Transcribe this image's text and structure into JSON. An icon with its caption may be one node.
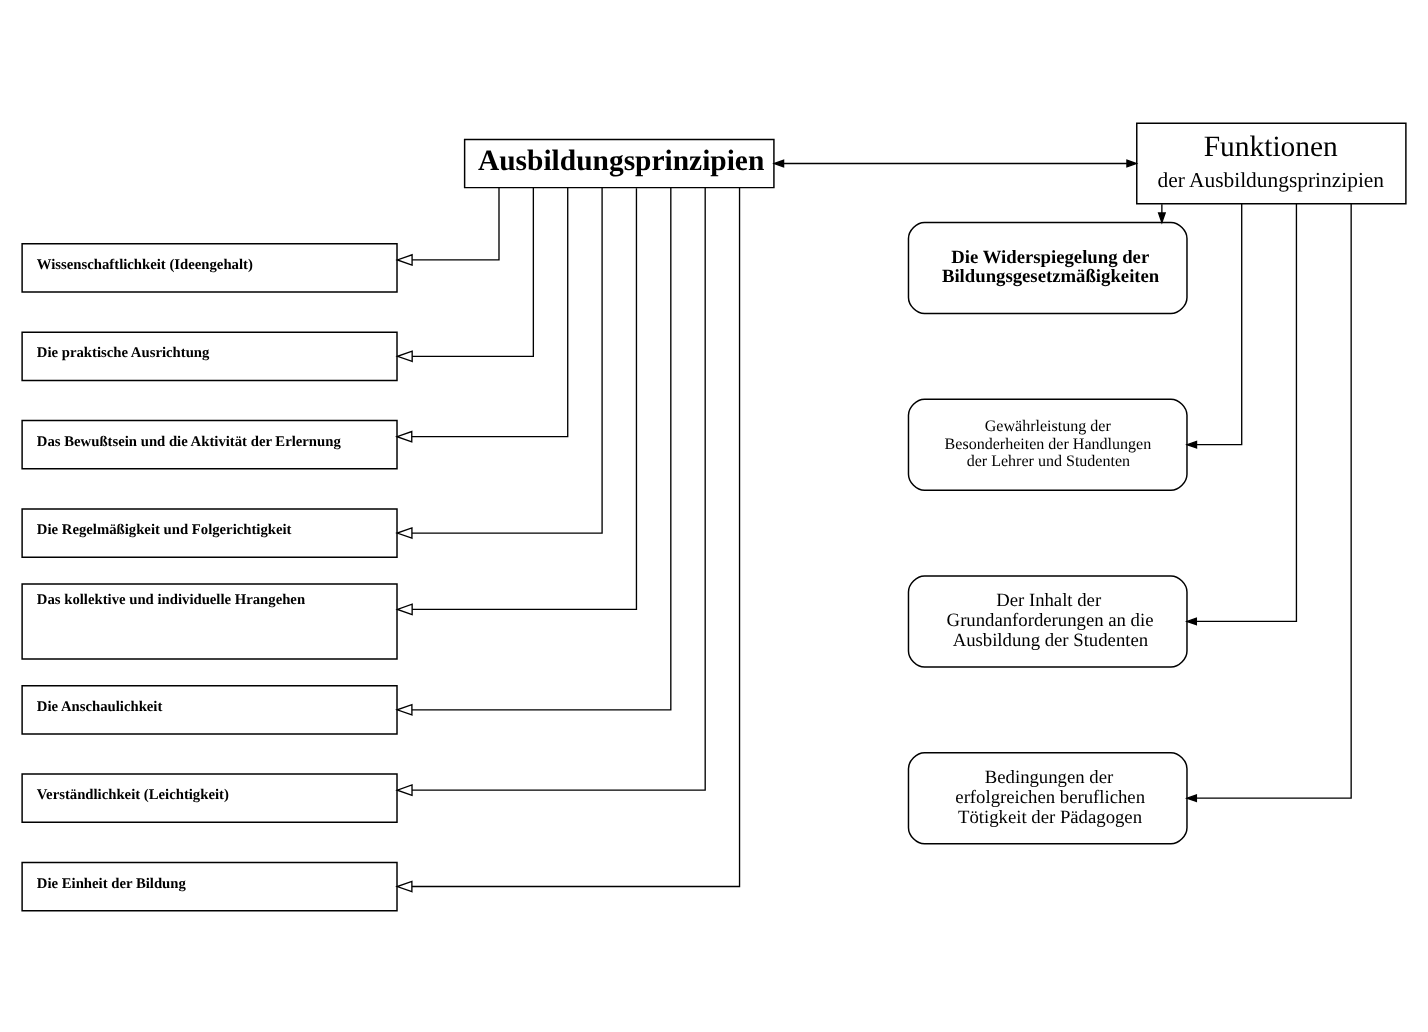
{
  "diagram": {
    "nodes": [
      {
        "text": [
          "Ausbildungsprinzipien"
        ]
      },
      {
        "text": [
          "Funktionen",
          "der Ausbildungsprinzipien"
        ]
      },
      {
        "text": [
          "Wissenschaftlichkeit (Ideengehalt)"
        ]
      },
      {
        "text": [
          "Die praktische Ausrichtung"
        ]
      },
      {
        "text": [
          "Das Bewußtsein und die Aktivität der Erlernung"
        ]
      },
      {
        "text": [
          "Die Regelmäßigkeit und Folgerichtigkeit"
        ]
      },
      {
        "text": [
          "Das kollektive und individuelle Hrangehen"
        ]
      },
      {
        "text": [
          "Die Anschaulichkeit"
        ]
      },
      {
        "text": [
          "Verständlichkeit (Leichtigkeit)"
        ]
      },
      {
        "text": [
          "Die Einheit der Bildung"
        ]
      },
      {
        "text": [
          "Die Widerspiegelung der Bildungsgesetzmäßigkeiten"
        ]
      },
      {
        "text": [
          "Gewährleistung der Besonderheiten der Handlungen der Lehrer und Studenten"
        ]
      },
      {
        "text": [
          "Der Inhalt der Grundanforderungen an die Ausbildung der Studenten"
        ]
      },
      {
        "text": [
          "Bedingungen der erfolgreichen beruflichen Tötigkeit der Pädagogen"
        ]
      }
    ],
    "edges": [
      {
        "from": 0,
        "to": 1,
        "arrow": "both"
      },
      {
        "from": 0,
        "to": 2,
        "arrow": "to"
      },
      {
        "from": 0,
        "to": 3,
        "arrow": "to"
      },
      {
        "from": 0,
        "to": 4,
        "arrow": "to"
      },
      {
        "from": 0,
        "to": 5,
        "arrow": "to"
      },
      {
        "from": 0,
        "to": 6,
        "arrow": "to"
      },
      {
        "from": 0,
        "to": 7,
        "arrow": "to"
      },
      {
        "from": 0,
        "to": 8,
        "arrow": "to"
      },
      {
        "from": 0,
        "to": 9,
        "arrow": "to"
      },
      {
        "from": 1,
        "to": 10,
        "arrow": "to"
      },
      {
        "from": 1,
        "to": 11,
        "arrow": "to"
      },
      {
        "from": 1,
        "to": 12,
        "arrow": "to"
      },
      {
        "from": 1,
        "to": 13,
        "arrow": "to"
      }
    ]
  }
}
